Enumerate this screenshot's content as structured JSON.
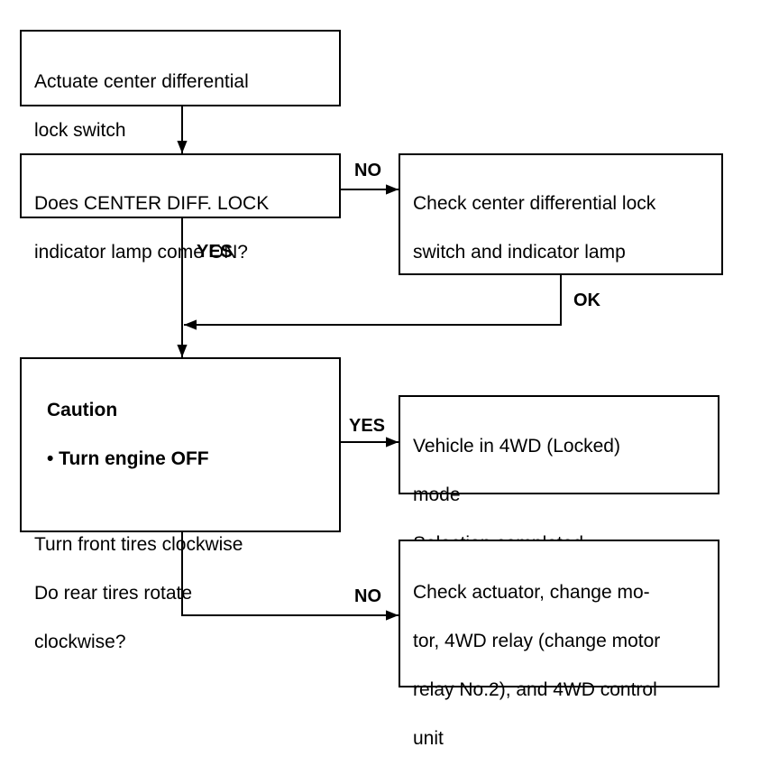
{
  "boxes": {
    "actuate": {
      "line1": "Actuate center differential",
      "line2": "lock switch"
    },
    "indicator_question": {
      "line1": "Does CENTER DIFF. LOCK",
      "line2": "indicator lamp come ON?"
    },
    "check_switch": {
      "line1": "Check center differential lock",
      "line2": "switch and indicator lamp"
    },
    "caution": {
      "heading": "Caution",
      "bullet": "• Turn engine OFF",
      "line1": "Turn front tires clockwise",
      "line2": "Do rear tires rotate",
      "line3": "clockwise?"
    },
    "vehicle_4wd": {
      "line1": "Vehicle in 4WD (Locked)",
      "line2": "mode",
      "line3": "Selection completed"
    },
    "check_actuator": {
      "line1": "Check actuator, change mo-",
      "line2": "tor, 4WD relay (change motor",
      "line3": "relay No.2), and 4WD control",
      "line4": "unit"
    }
  },
  "labels": {
    "no_1": "NO",
    "yes_1": "YES",
    "ok": "OK",
    "yes_2": "YES",
    "no_2": "NO"
  }
}
